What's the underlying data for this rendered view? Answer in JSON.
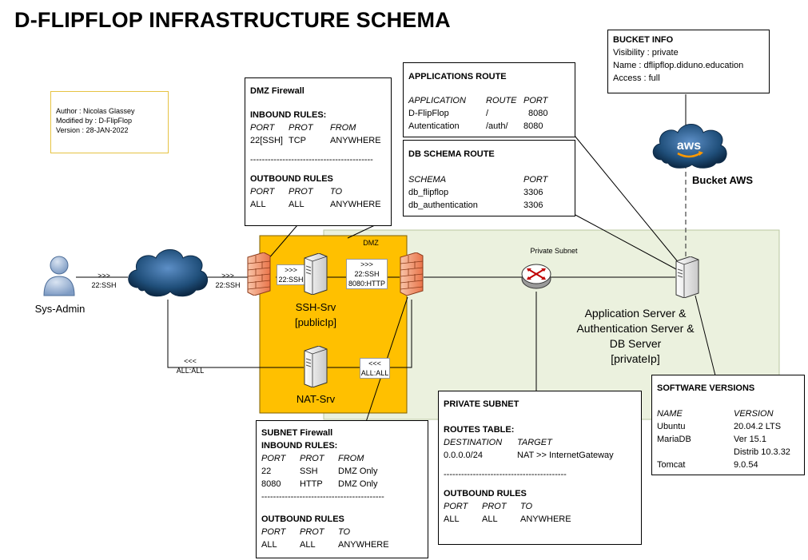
{
  "title": "D-FLIPFLOP INFRASTRUCTURE SCHEMA",
  "author_box": {
    "lines": [
      "Author : Nicolas Glassey",
      "Modified by : D-FlipFlop",
      "Version : 28-JAN-2022"
    ]
  },
  "zones": {
    "dmz": "DMZ",
    "private_subnet": "Private Subnet"
  },
  "nodes": {
    "sys_admin": "Sys-Admin",
    "ssh_srv": [
      "SSH-Srv",
      "[publicIp]"
    ],
    "nat_srv": "NAT-Srv",
    "app_server": [
      "Application Server &",
      "Authentication Server &",
      "DB Server",
      "[privateIp]"
    ],
    "bucket": "Bucket AWS",
    "aws_logo": "aws"
  },
  "edge_labels": {
    "admin_cloud": [
      ">>>",
      "22:SSH"
    ],
    "cloud_fw": [
      ">>>",
      "22:SSH"
    ],
    "fw_ssh": [
      ">>>",
      "22:SSH"
    ],
    "ssh_fw2": [
      ">>>",
      "22:SSH",
      "8080:HTTP"
    ],
    "nat_back": [
      "<<<",
      "ALL:ALL"
    ],
    "fw2_nat": [
      "<<<",
      "ALL:ALL"
    ]
  },
  "dmz_firewall": {
    "title": "DMZ Firewall",
    "inbound_title": "INBOUND RULES:",
    "headers": [
      "PORT",
      "PROT",
      "FROM"
    ],
    "inbound": [
      [
        "22[SSH]",
        "TCP",
        "ANYWHERE"
      ]
    ],
    "separator": "------------------------------------------",
    "outbound_title": "OUTBOUND RULES",
    "out_headers": [
      "PORT",
      "PROT",
      "TO"
    ],
    "outbound": [
      [
        "ALL",
        "ALL",
        "ANYWHERE"
      ]
    ]
  },
  "applications_route": {
    "title": "APPLICATIONS ROUTE",
    "headers": [
      "APPLICATION",
      "ROUTE",
      "PORT"
    ],
    "rows": [
      [
        "D-FlipFlop",
        "/",
        "8080"
      ],
      [
        "Autentication",
        "/auth/",
        "8080"
      ]
    ]
  },
  "db_schema_route": {
    "title": "DB SCHEMA ROUTE",
    "headers": [
      "SCHEMA",
      "PORT"
    ],
    "rows": [
      [
        "db_flipflop",
        "3306"
      ],
      [
        "db_authentication",
        "3306"
      ]
    ]
  },
  "bucket_info": {
    "title": "BUCKET INFO",
    "lines": [
      "Visibility : private",
      "Name : dflipflop.diduno.education",
      "Access : full"
    ]
  },
  "subnet_firewall": {
    "title": "SUBNET Firewall",
    "inbound_title": "INBOUND RULES:",
    "headers": [
      "PORT",
      "PROT",
      "FROM"
    ],
    "inbound": [
      [
        "22",
        "SSH",
        "DMZ Only"
      ],
      [
        "8080",
        "HTTP",
        "DMZ Only"
      ]
    ],
    "separator": "------------------------------------------",
    "outbound_title": "OUTBOUND RULES",
    "out_headers": [
      "PORT",
      "PROT",
      "TO"
    ],
    "outbound": [
      [
        "ALL",
        "ALL",
        "ANYWHERE"
      ]
    ]
  },
  "private_subnet_box": {
    "title": "PRIVATE SUBNET",
    "routes_title": "ROUTES TABLE:",
    "headers": [
      "DESTINATION",
      "TARGET"
    ],
    "rows": [
      [
        "0.0.0.0/24",
        "NAT >> InternetGateway"
      ]
    ],
    "separator": "------------------------------------------",
    "outbound_title": "OUTBOUND RULES",
    "out_headers": [
      "PORT",
      "PROT",
      "TO"
    ],
    "outbound": [
      [
        "ALL",
        "ALL",
        "ANYWHERE"
      ]
    ]
  },
  "software_versions": {
    "title": "SOFTWARE VERSIONS",
    "headers": [
      "NAME",
      "VERSION"
    ],
    "rows": [
      [
        "Ubuntu",
        "20.04.2 LTS"
      ],
      [
        "MariaDB",
        "Ver 15.1"
      ],
      [
        "",
        "Distrib 10.3.32"
      ],
      [
        "Tomcat",
        "9.0.54"
      ]
    ]
  },
  "colors": {
    "dmz_fill": "#ffc000",
    "subnet_fill": "#ebf1de",
    "firewall": "#f4a582",
    "cloud": "#1f4e79",
    "author_border": "#e6c343"
  },
  "icons": [
    "user-icon",
    "internet-cloud-icon",
    "firewall-icon",
    "server-icon",
    "router-icon",
    "aws-cloud-icon"
  ]
}
